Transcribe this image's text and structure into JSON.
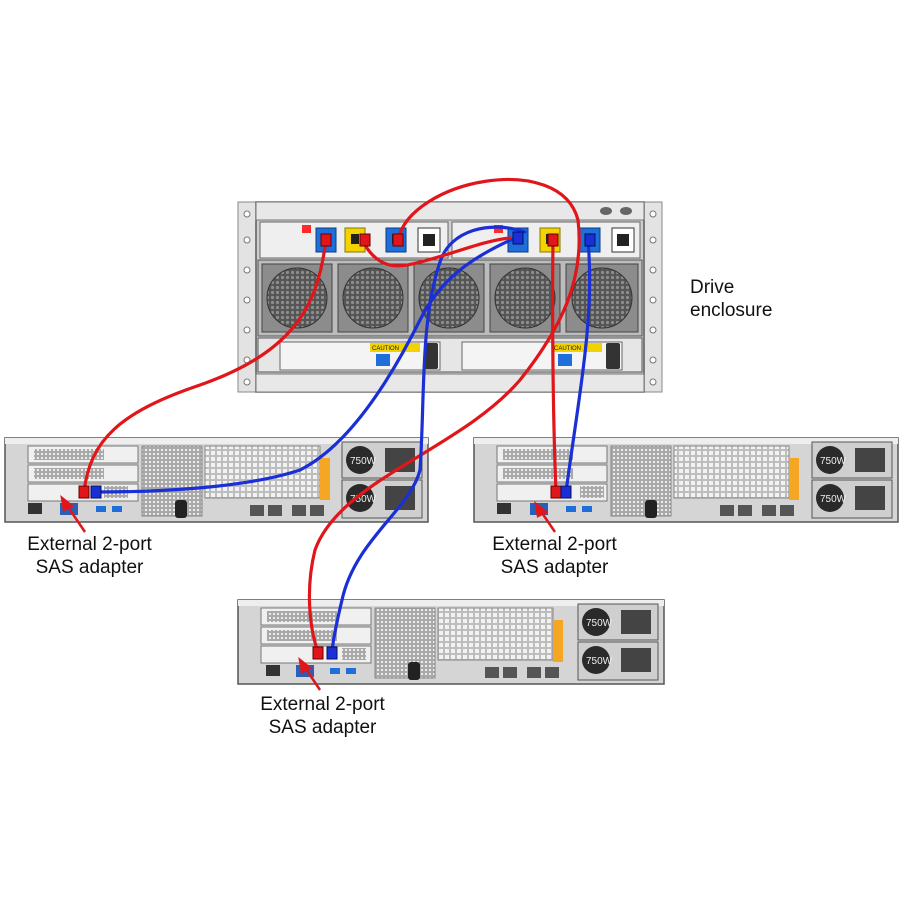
{
  "enclosure": {
    "label_line1": "Drive",
    "label_line2": "enclosure",
    "caution_label": "CAUTION"
  },
  "servers": [
    {
      "label_line1": "External 2-port",
      "label_line2": "SAS adapter",
      "psu_rating": "750W"
    },
    {
      "label_line1": "External 2-port",
      "label_line2": "SAS adapter",
      "psu_rating": "750W"
    },
    {
      "label_line1": "External 2-port",
      "label_line2": "SAS adapter",
      "psu_rating": "750W"
    }
  ],
  "colors": {
    "cable_a": "#e0161b",
    "cable_b": "#1a2fd6",
    "chassis": "#d9d9d9",
    "chassis_dark": "#6f6f6f",
    "port_blue": "#1e6fd9",
    "port_yellow": "#f2d200",
    "psu_orange": "#f5a623",
    "label_arrow": "#e0161b"
  },
  "icons": [
    "sas-port-icon",
    "fan-grille-icon",
    "power-supply-icon",
    "ethernet-port-icon",
    "usb-port-icon"
  ]
}
